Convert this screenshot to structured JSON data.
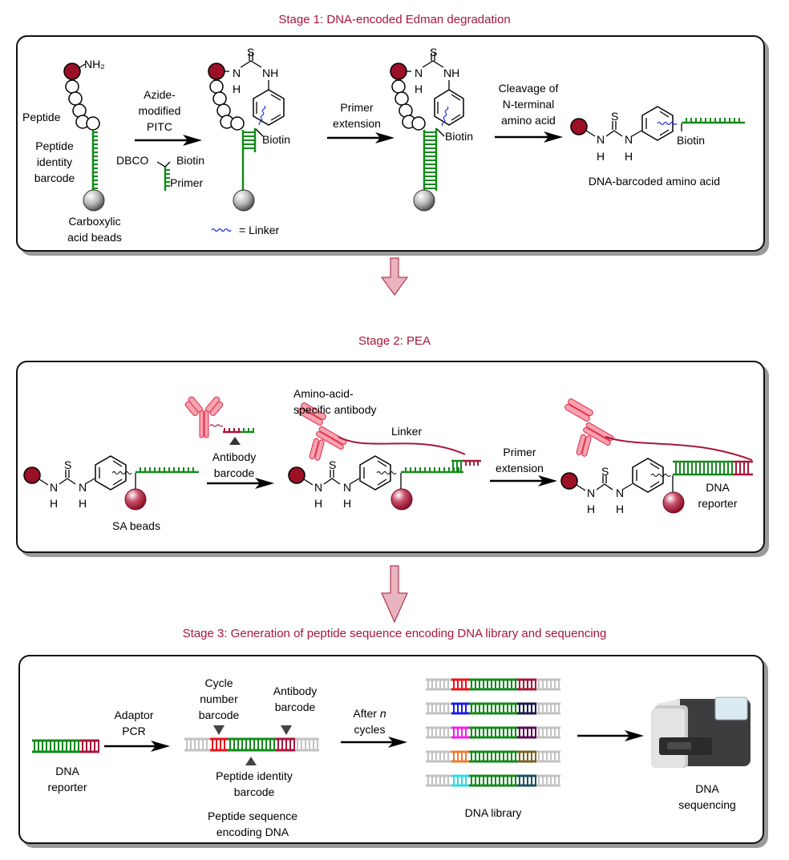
{
  "stage1": {
    "title": "Stage 1: DNA-encoded Edman degradation",
    "labels": {
      "nh2": "NH₂",
      "peptide": "Peptide",
      "peptide_identity_barcode": [
        "Peptide",
        "identity",
        "barcode"
      ],
      "carboxylic_acid_beads": [
        "Carboxylic",
        "acid beads"
      ],
      "step1_arrow": [
        "Azide-",
        "modified",
        "PITC"
      ],
      "dbco": "DBCO",
      "biotin": "Biotin",
      "primer": "Primer",
      "linker_legend": "= Linker",
      "step2_arrow": [
        "Primer",
        "extension"
      ],
      "step3_arrow": [
        "Cleavage of",
        "N-terminal",
        "amino acid"
      ],
      "product": "DNA-barcoded amino acid",
      "atom_S": "S",
      "atom_N": "N",
      "atom_H": "H",
      "atom_NH": "NH"
    }
  },
  "stage2": {
    "title": "Stage 2: PEA",
    "labels": {
      "sa_beads": "SA beads",
      "antibody_barcode": [
        "Antibody",
        "barcode"
      ],
      "amino_acid_specific_antibody": [
        "Amino-acid-",
        "specific antibody"
      ],
      "linker": "Linker",
      "primer_extension": [
        "Primer",
        "extension"
      ],
      "dna_reporter": [
        "DNA",
        "reporter"
      ]
    }
  },
  "stage3": {
    "title": "Stage 3: Generation of peptide sequence encoding DNA library and sequencing",
    "labels": {
      "dna_reporter": [
        "DNA",
        "reporter"
      ],
      "adaptor_pcr": [
        "Adaptor",
        "PCR"
      ],
      "cycle_number_barcode": [
        "Cycle",
        "number",
        "barcode"
      ],
      "antibody_barcode": [
        "Antibody",
        "barcode"
      ],
      "peptide_identity_barcode": [
        "Peptide identity",
        "barcode"
      ],
      "peptide_sequence_encoding_dna": [
        "Peptide sequence",
        "encoding DNA"
      ],
      "after_n_cycles_prefix": "After ",
      "after_n_cycles_n": "n",
      "after_n_cycles_suffix": "cycles",
      "dna_library": "DNA library",
      "dna_sequencing": [
        "DNA",
        "sequencing"
      ]
    },
    "library_rows": [
      {
        "cycle_color": "#e8141b",
        "antibody_color": "#a8163a"
      },
      {
        "cycle_color": "#1a1ae0",
        "antibody_color": "#1a1a50"
      },
      {
        "cycle_color": "#f01ee8",
        "antibody_color": "#5a0a55"
      },
      {
        "cycle_color": "#f07a30",
        "antibody_color": "#7a6420"
      },
      {
        "cycle_color": "#30d8e0",
        "antibody_color": "#1f5060"
      }
    ]
  },
  "colors": {
    "stage_title": "#a8163a",
    "dna_green": "#138a1a",
    "barcode_red": "#a8163a",
    "residue_red": "#9b1027",
    "linker_blue": "#1a2ee0",
    "antibody_pink": "#f6a3ae",
    "flow_arrow_pink": "#e8b4be"
  }
}
